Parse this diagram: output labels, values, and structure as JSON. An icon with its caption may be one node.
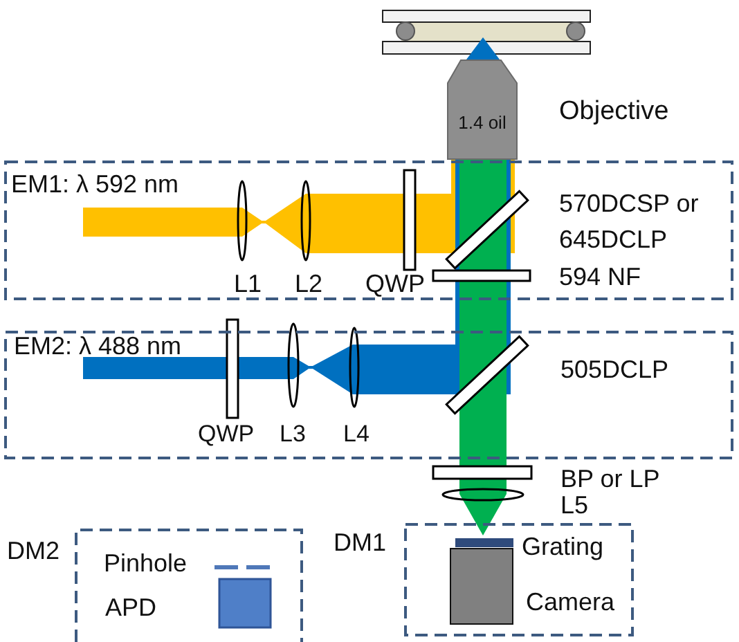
{
  "diagram": {
    "nodes": [
      {
        "text": [
          "1.4 oil"
        ],
        "beside": [
          "Objective"
        ]
      },
      {
        "text": [
          "EM1: λ 592 nm"
        ]
      },
      {
        "text": [
          "EM2: λ 488 nm"
        ]
      },
      {
        "text": [
          "DM2"
        ]
      },
      {
        "text": [
          "DM1"
        ]
      },
      {
        "text": [],
        "shape": "arrow"
      }
    ],
    "labels": [
      "570DCSP or 645DCLP",
      "L1",
      "L2",
      "QWP",
      "594 NF",
      "505DCLP",
      "QWP",
      "L3",
      "L4",
      "BP or LP",
      "L5",
      "Pinhole",
      "APD",
      "Grating",
      "Camera"
    ]
  }
}
